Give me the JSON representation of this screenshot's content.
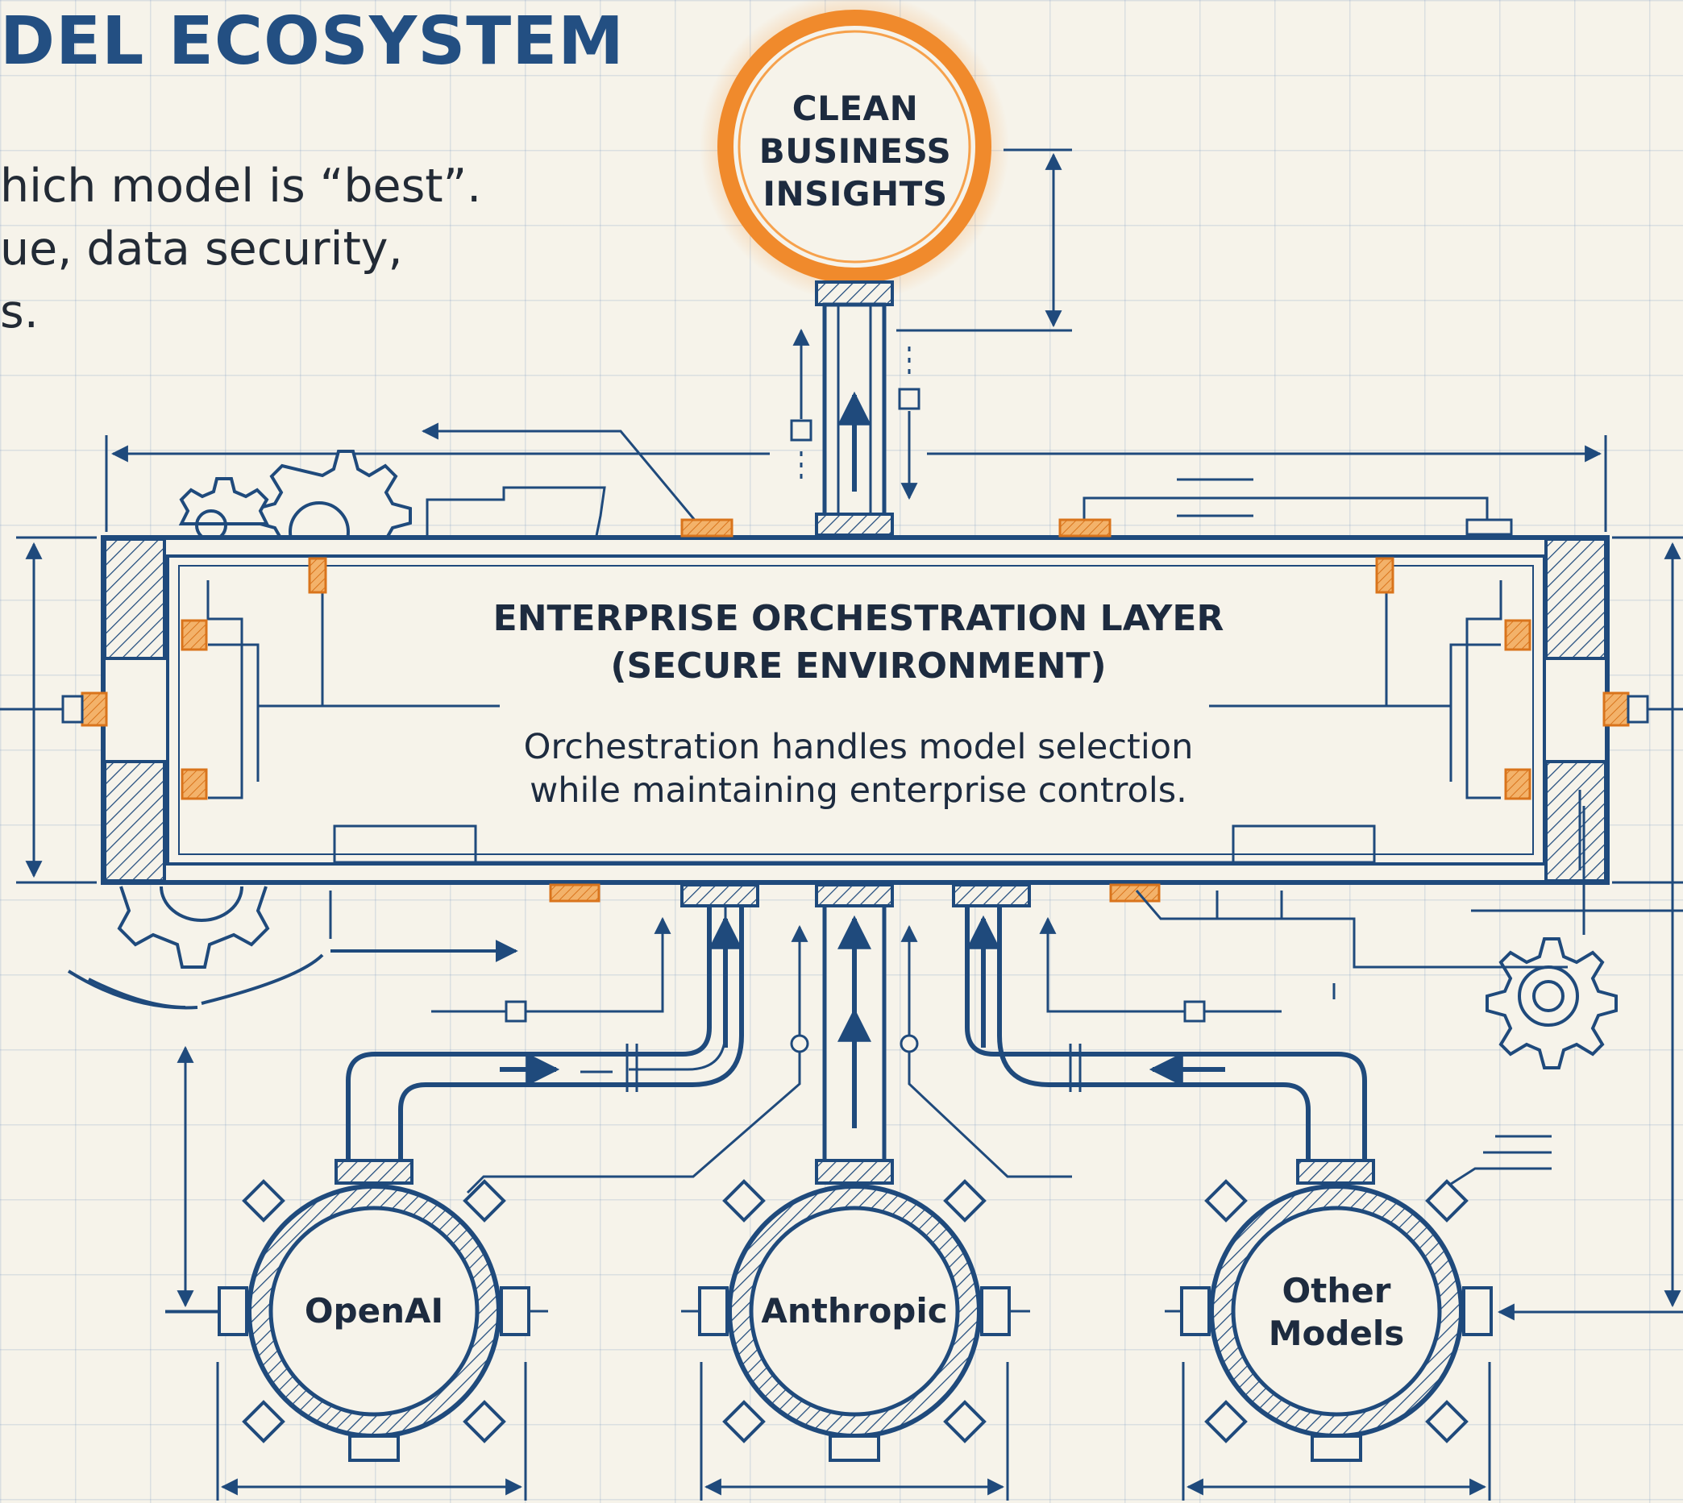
{
  "header": {
    "title": "DEL ECOSYSTEM",
    "intro_lines": [
      "hich model is “best”.",
      "ue, data security,",
      "s."
    ]
  },
  "output": {
    "label_lines": [
      "CLEAN",
      "BUSINESS",
      "INSIGHTS"
    ],
    "accent_color": "#f08a2c"
  },
  "layer": {
    "title_lines": [
      "ENTERPRISE ORCHESTRATION LAYER",
      "(SECURE ENVIRONMENT)"
    ],
    "description_lines": [
      "Orchestration handles model selection",
      "while maintaining enterprise controls."
    ]
  },
  "models": [
    {
      "label_lines": [
        "OpenAI"
      ]
    },
    {
      "label_lines": [
        "Anthropic"
      ]
    },
    {
      "label_lines": [
        "Other",
        "Models"
      ]
    }
  ],
  "colors": {
    "ink": "#1f4a7c",
    "accent": "#f08a2c",
    "paper": "#f6f3ea"
  }
}
